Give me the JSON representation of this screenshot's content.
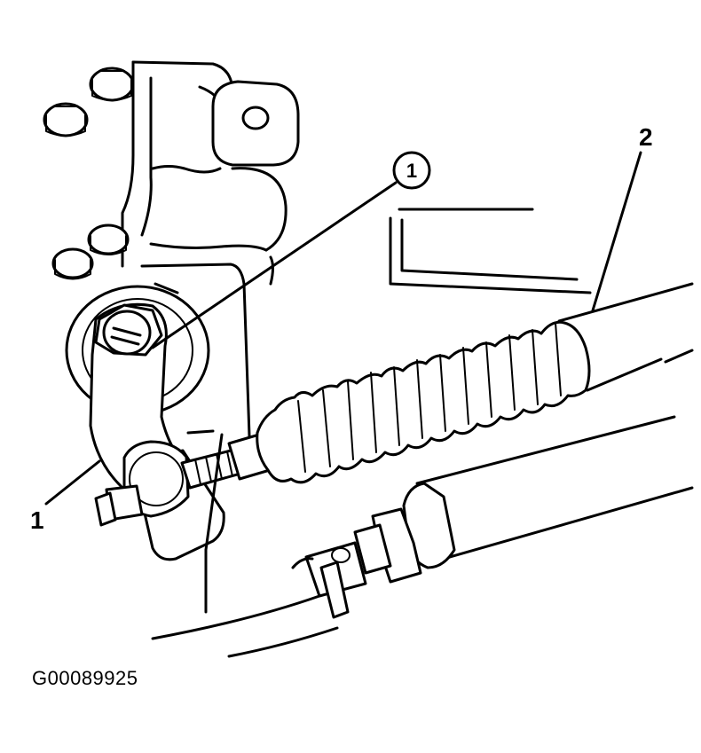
{
  "callouts": {
    "circled": "1",
    "left": "1",
    "right": "2"
  },
  "figure_id": "G00089925"
}
